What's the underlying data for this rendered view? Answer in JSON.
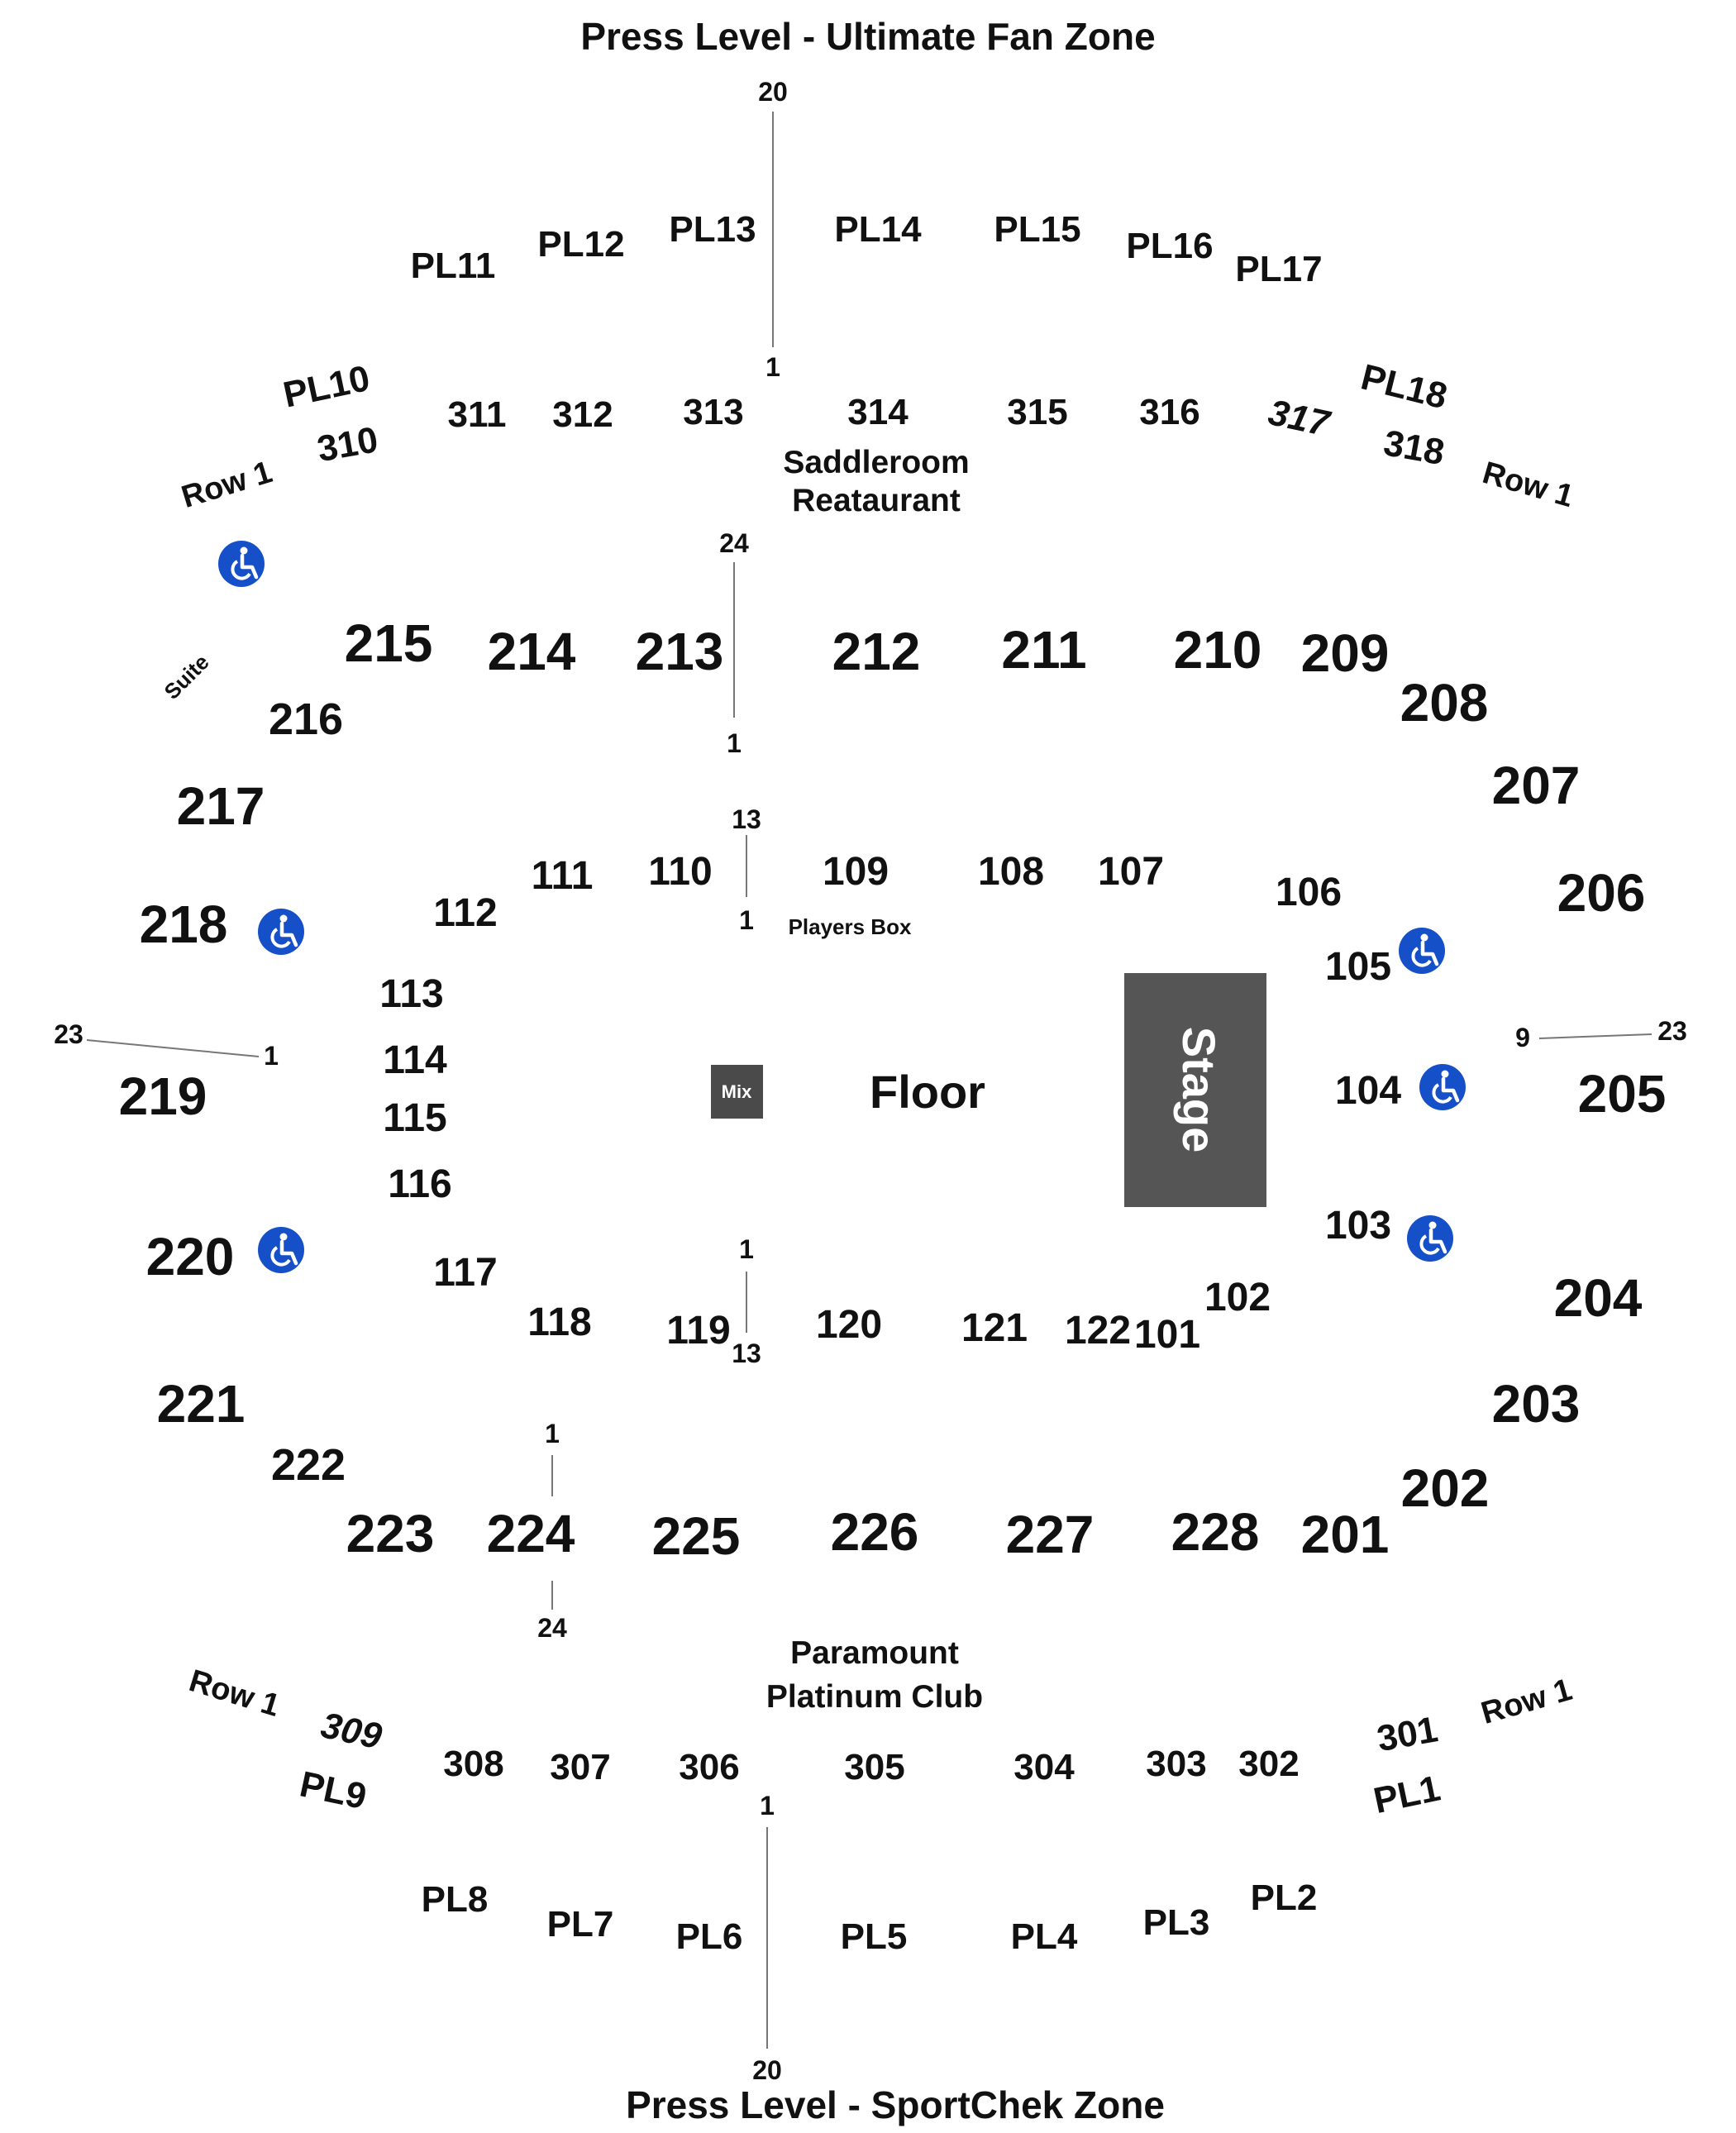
{
  "titles": {
    "top": "Press Level - Ultimate Fan Zone",
    "bottom": "Press Level - SportChek Zone"
  },
  "venue": {
    "floor": "Floor",
    "stage": "Stage",
    "mix": "Mix",
    "players_box": "Players Box",
    "suite": "Suite",
    "row_one": "Row 1"
  },
  "clubs": {
    "saddleroom": [
      "Saddleroom",
      "Reataurant"
    ],
    "paramount": [
      "Paramount",
      "Platinum Club"
    ]
  },
  "press_level_sections": [
    "PL1",
    "PL2",
    "PL3",
    "PL4",
    "PL5",
    "PL6",
    "PL7",
    "PL8",
    "PL9",
    "PL10",
    "PL11",
    "PL12",
    "PL13",
    "PL14",
    "PL15",
    "PL16",
    "PL17",
    "PL18"
  ],
  "sections_300": [
    "301",
    "302",
    "303",
    "304",
    "305",
    "306",
    "307",
    "308",
    "309",
    "310",
    "311",
    "312",
    "313",
    "314",
    "315",
    "316",
    "317",
    "318"
  ],
  "sections_200": [
    "201",
    "202",
    "203",
    "204",
    "205",
    "206",
    "207",
    "208",
    "209",
    "210",
    "211",
    "212",
    "213",
    "214",
    "215",
    "216",
    "217",
    "218",
    "219",
    "220",
    "221",
    "222",
    "223",
    "224",
    "225",
    "226",
    "227",
    "228"
  ],
  "sections_100": [
    "101",
    "102",
    "103",
    "104",
    "105",
    "106",
    "107",
    "108",
    "109",
    "110",
    "111",
    "112",
    "113",
    "114",
    "115",
    "116",
    "117",
    "118",
    "119",
    "120",
    "121",
    "122"
  ],
  "row_markers": {
    "pl_top": [
      "20",
      "1"
    ],
    "s200_top": [
      "24",
      "1"
    ],
    "s100_top": [
      "13",
      "1"
    ],
    "s219": [
      "23",
      "1"
    ],
    "s205": [
      "9",
      "23"
    ],
    "s100_bottom": [
      "1",
      "13"
    ],
    "s224": [
      "1",
      "24"
    ],
    "pl_bottom": [
      "1",
      "20"
    ]
  },
  "colors": {
    "accessible": "#1550c8",
    "stage": "#555555",
    "mix": "#4a4a4a"
  },
  "icons": {
    "accessible": "wheelchair-icon"
  }
}
